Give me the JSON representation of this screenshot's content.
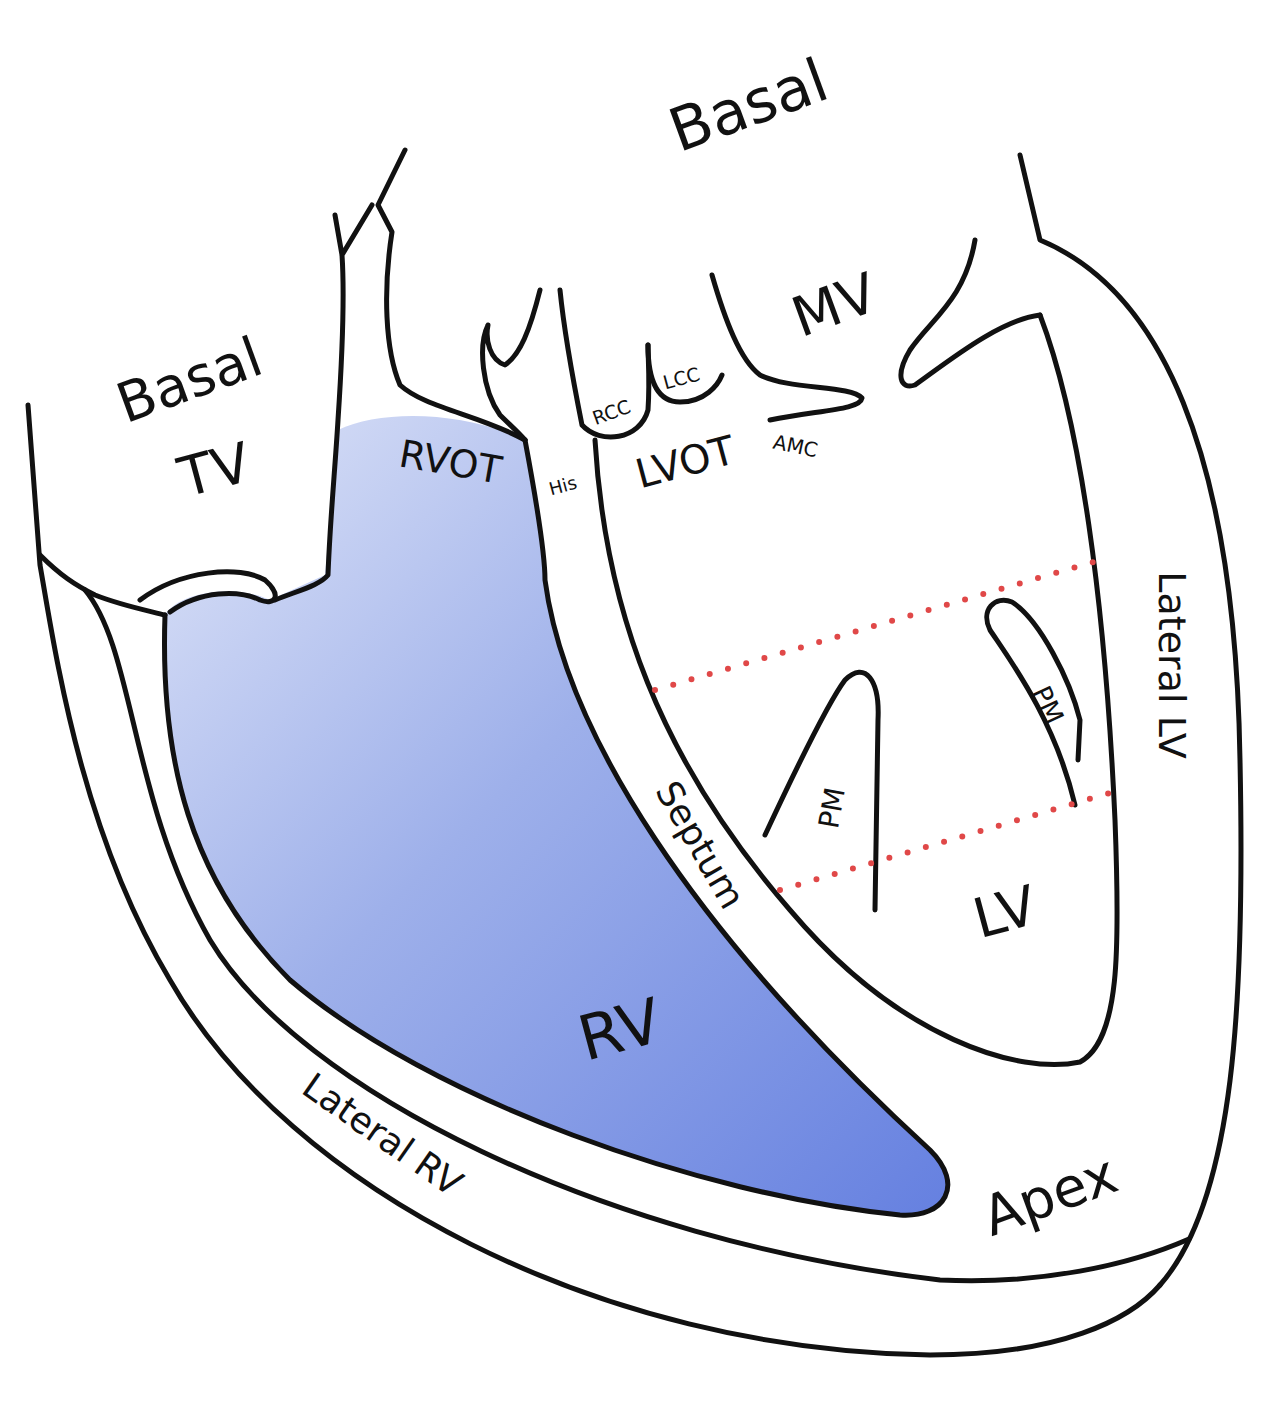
{
  "diagram": {
    "labels": [
      "Basal",
      "Basal",
      "TV",
      "RVOT",
      "MV",
      "RCC",
      "LCC",
      "His",
      "LVOT",
      "AMC",
      "Lateral LV",
      "PM",
      "PM",
      "Septum",
      "LV",
      "RV",
      "Lateral RV",
      "Apex"
    ]
  }
}
